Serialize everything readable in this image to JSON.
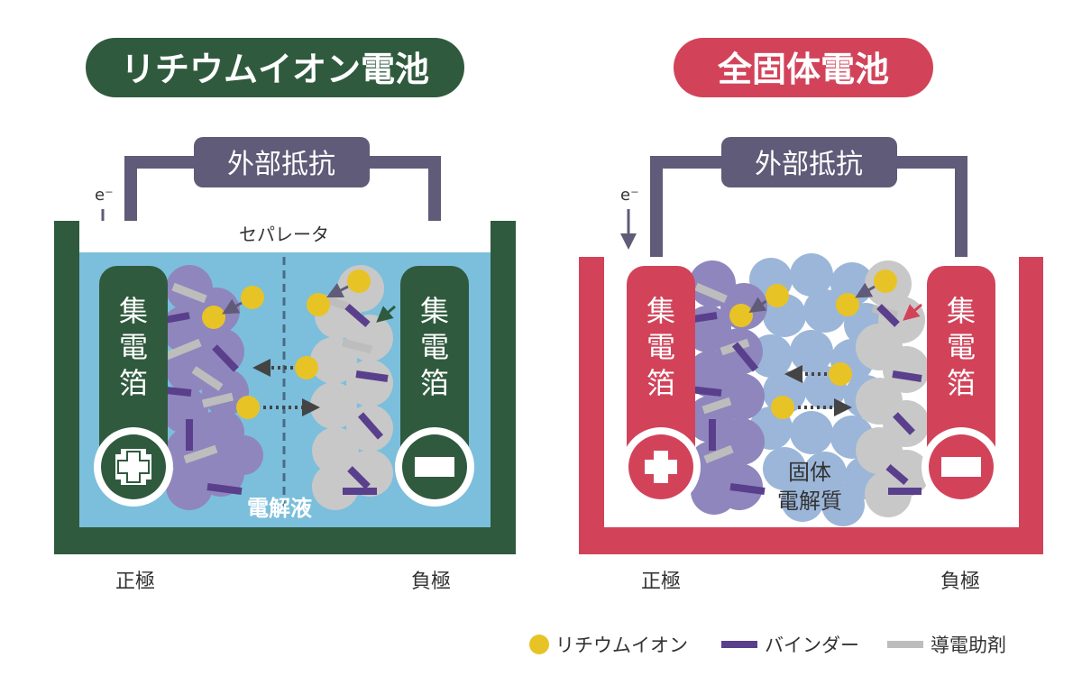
{
  "left_panel": {
    "title": "リチウムイオン電池",
    "resistor": "外部抵抗",
    "electron": "e⁻",
    "separator_label": "セパレータ",
    "collector_text": [
      "集",
      "電",
      "箔"
    ],
    "electrolyte_label": "電解液",
    "positive_label": "正極",
    "negative_label": "負極"
  },
  "right_panel": {
    "title": "全固体電池",
    "resistor": "外部抵抗",
    "electron": "e⁻",
    "collector_text": [
      "集",
      "電",
      "箔"
    ],
    "electrolyte_label_lines": [
      "固体",
      "電解質"
    ],
    "positive_label": "正極",
    "negative_label": "負極"
  },
  "legend": {
    "items": [
      {
        "label": "リチウムイオン",
        "color": "#e8c326"
      },
      {
        "label": "バインダー",
        "color": "#5a3f8c"
      },
      {
        "label": "導電助剤",
        "color": "#bdbdbd"
      }
    ]
  },
  "colors": {
    "lithium_green": "#2f5a3e",
    "solid_red": "#d2435a",
    "electrolyte_blue": "#7bbfdc",
    "wire_gray": "#5f5b78",
    "cathode_purple": "#8f86bd",
    "anode_gray": "#c8c8c8",
    "solid_electrolyte": "#9bb6d8"
  }
}
